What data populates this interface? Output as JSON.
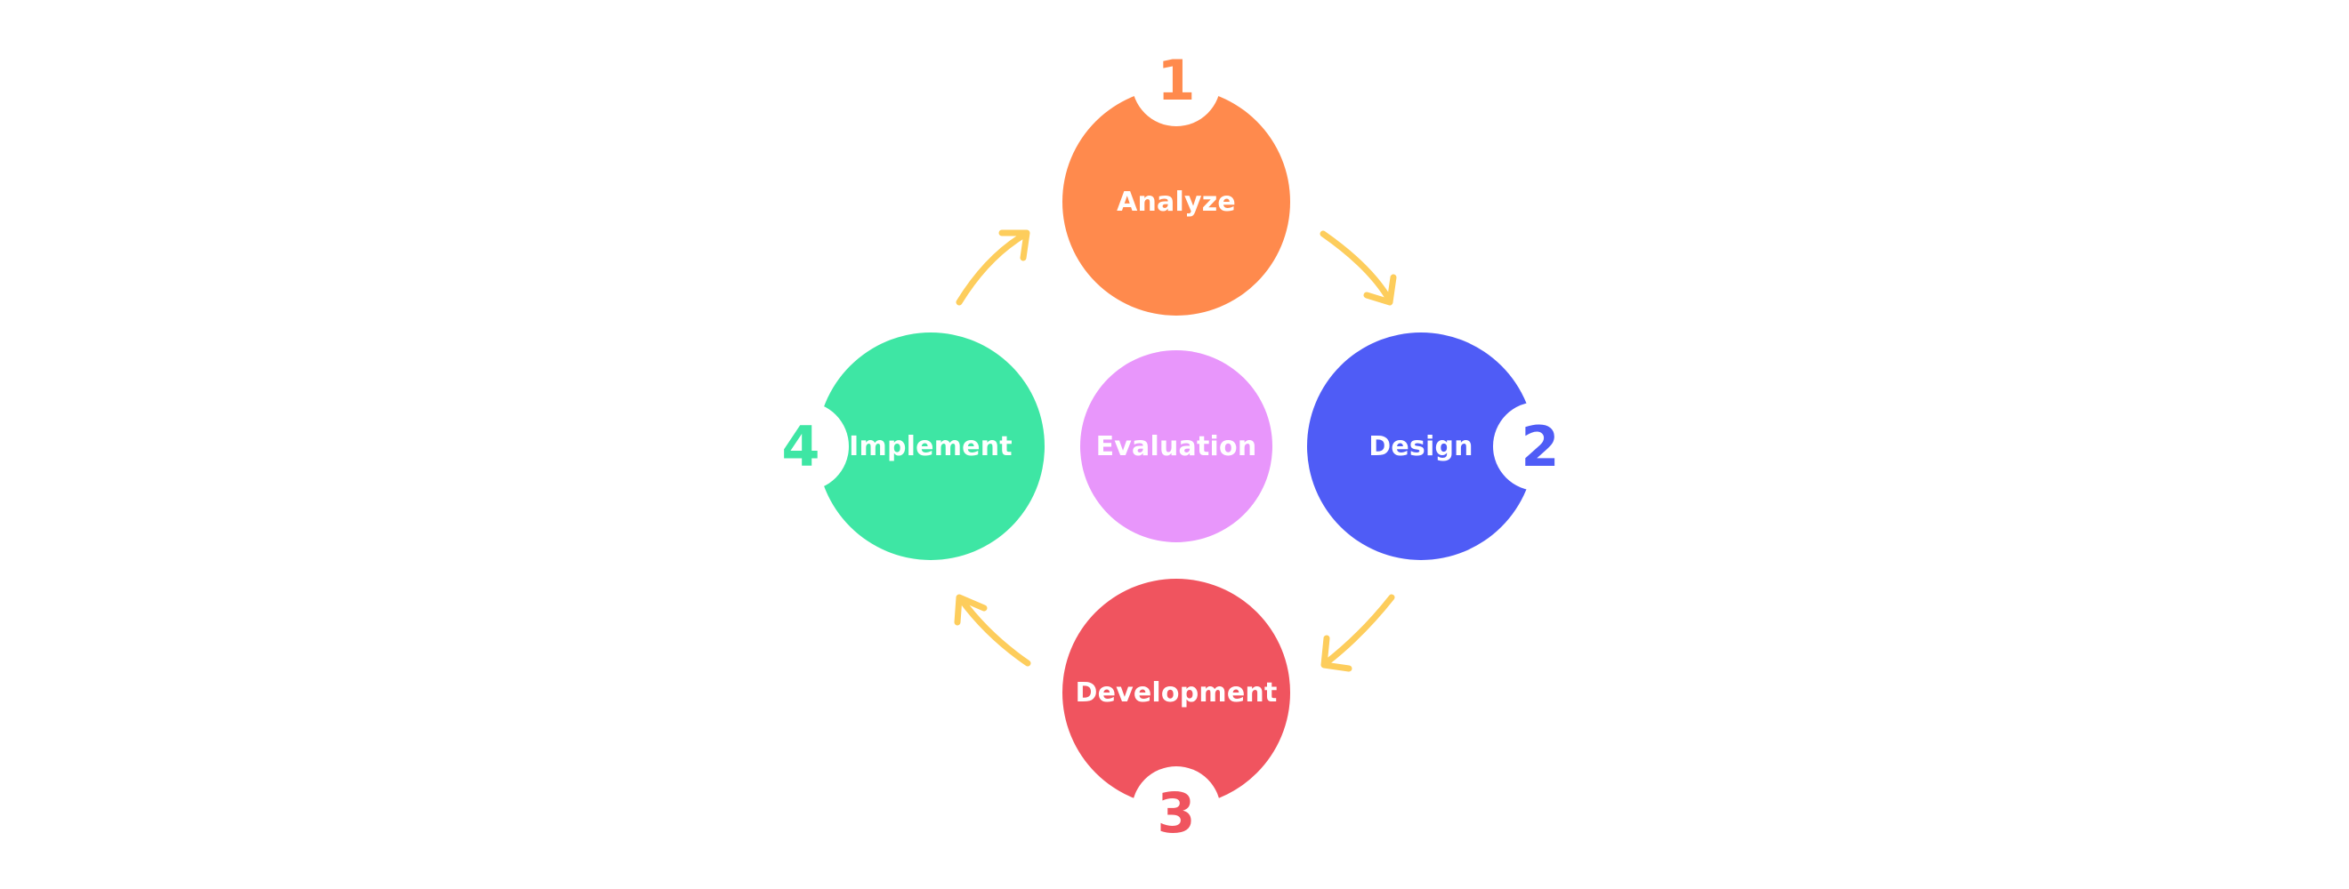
{
  "diagram": {
    "center": {
      "label": "Evaluation",
      "color": "#e896fb"
    },
    "steps": [
      {
        "number": "1",
        "label": "Analyze",
        "color": "#ff8a4d"
      },
      {
        "number": "2",
        "label": "Design",
        "color": "#4f5cf6"
      },
      {
        "number": "3",
        "label": "Development",
        "color": "#f0545f"
      },
      {
        "number": "4",
        "label": "Implement",
        "color": "#3ee6a4"
      }
    ],
    "arrow_color": "#fdcd5c"
  }
}
